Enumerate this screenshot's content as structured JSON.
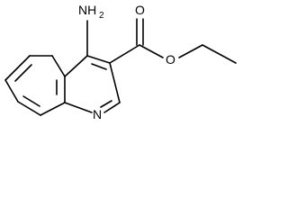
{
  "atom_labels": {
    "amino": "NH",
    "amino_subscript": "2",
    "ring_nitrogen": "N",
    "carbonyl_oxygen": "O",
    "ester_oxygen": "O"
  },
  "colors": {
    "line": "#000000",
    "background": "#ffffff"
  }
}
